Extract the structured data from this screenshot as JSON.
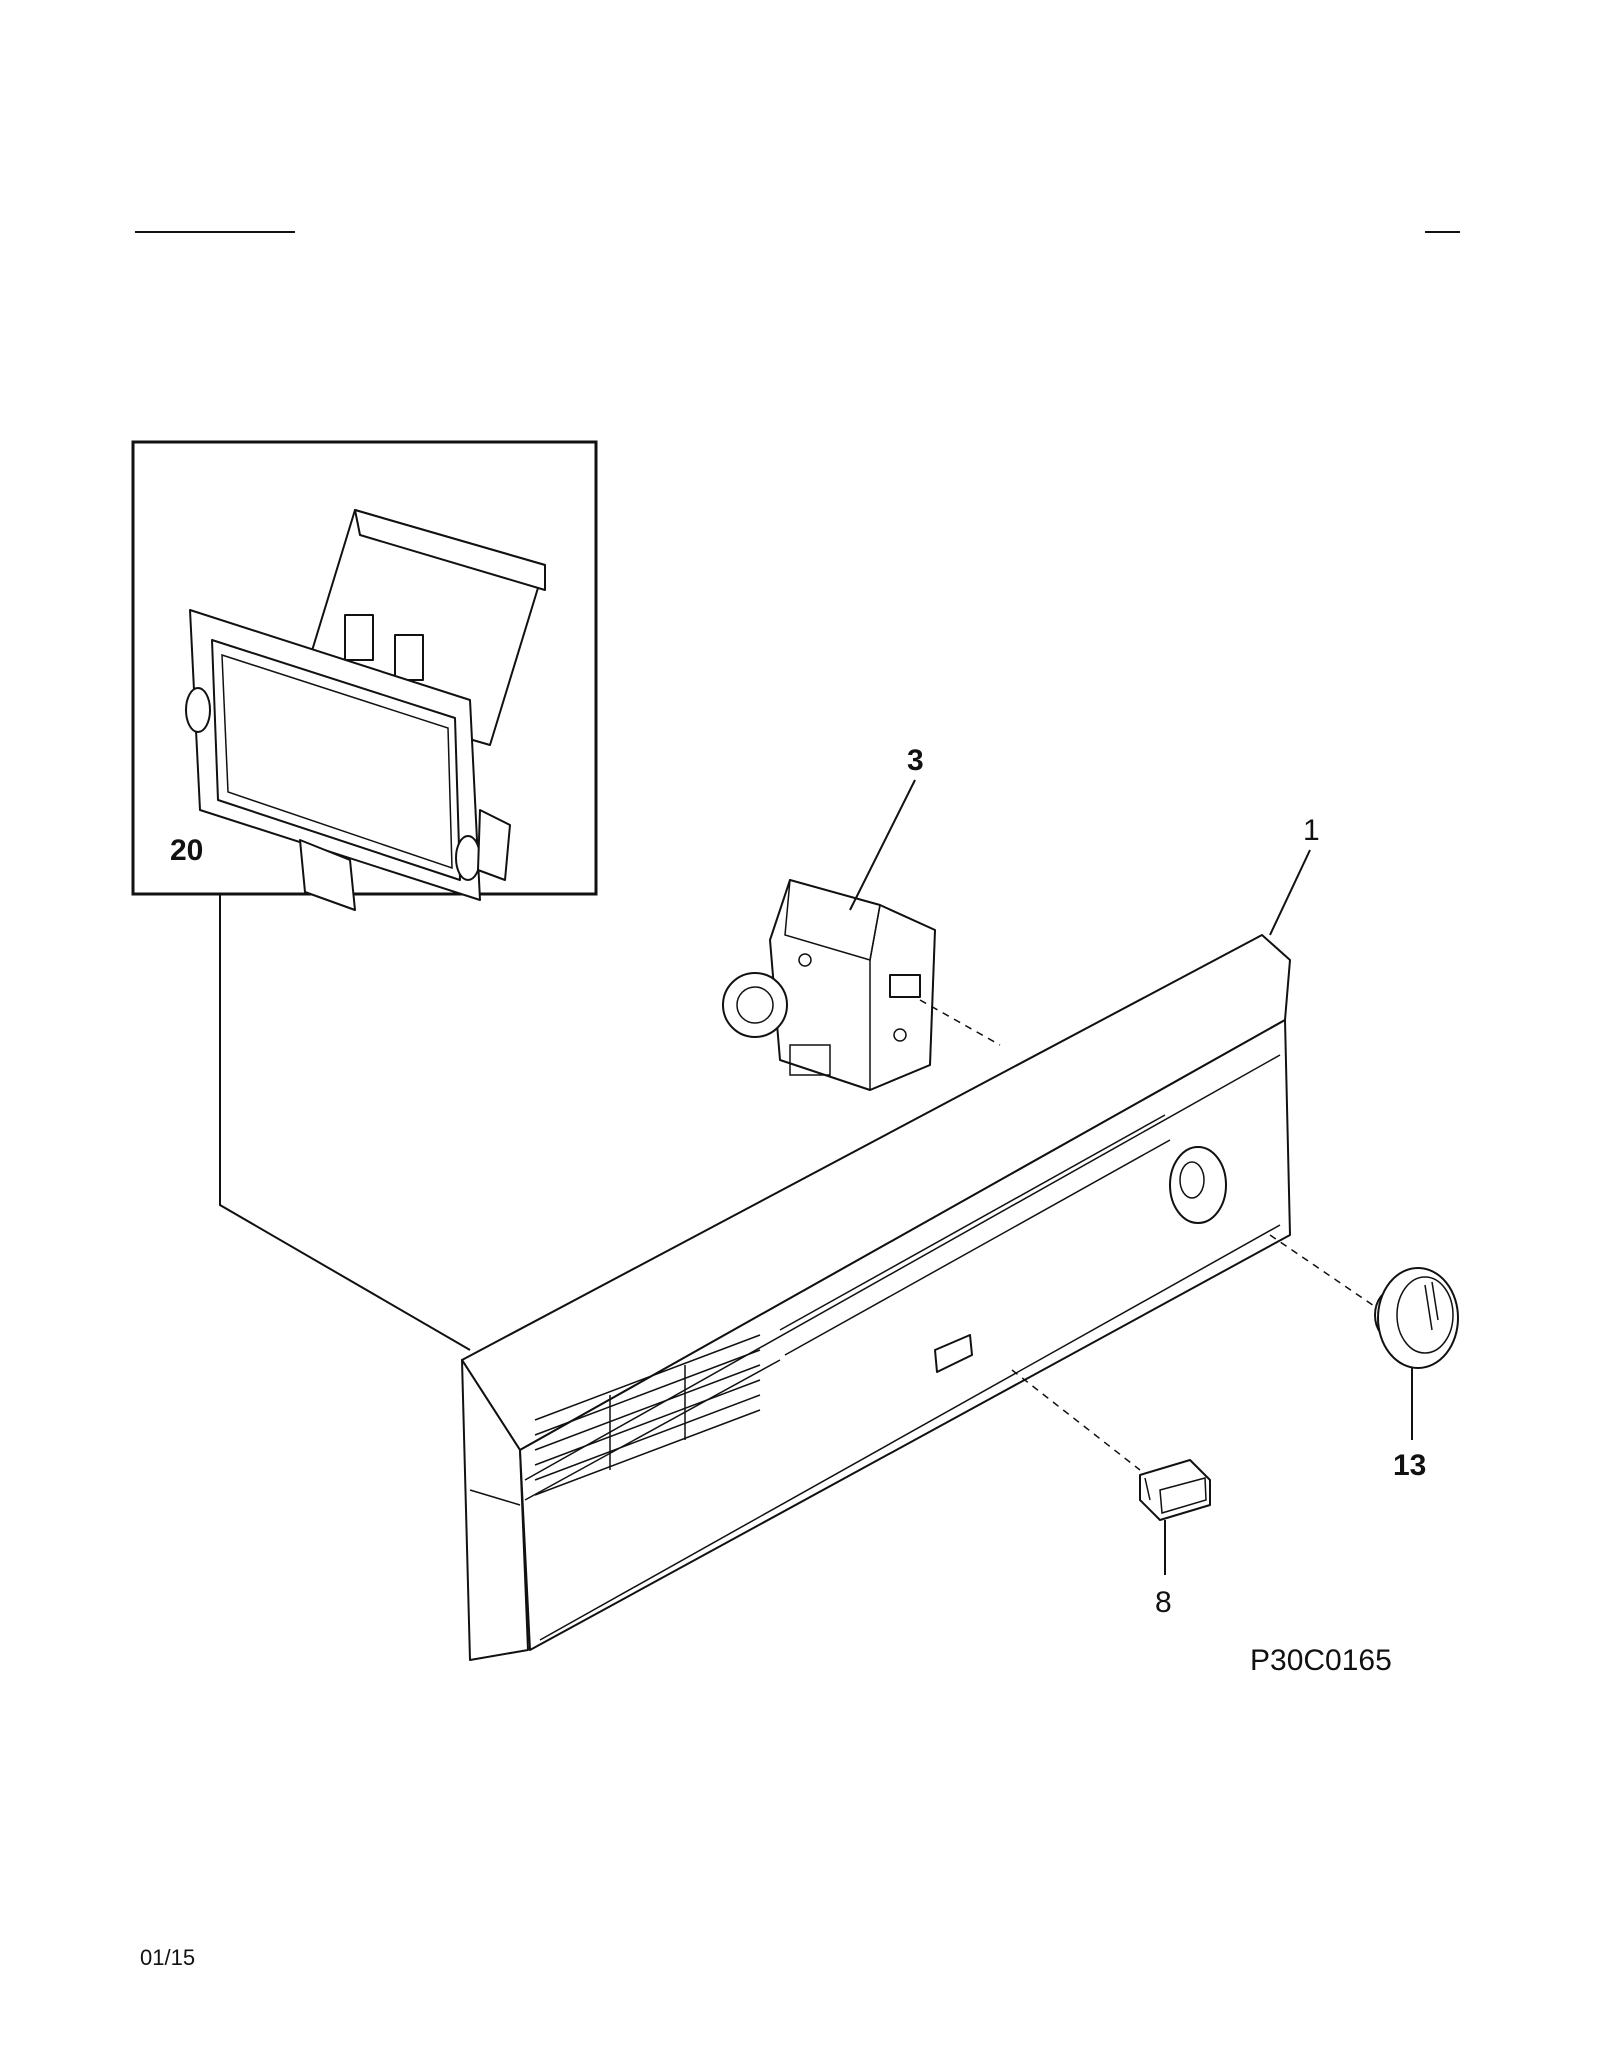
{
  "callouts": {
    "part_20": "20",
    "part_3": "3",
    "part_1": "1",
    "part_13": "13",
    "part_8": "8"
  },
  "figure_code": "P30C0165",
  "page_number": "01/15"
}
